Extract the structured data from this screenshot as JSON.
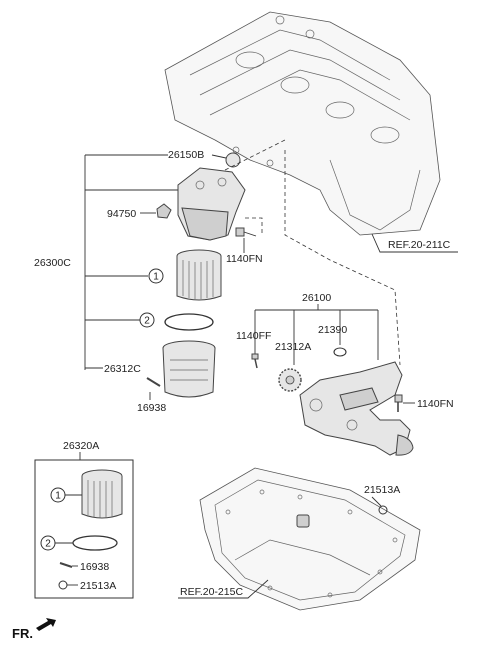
{
  "labels": {
    "p26150B": "26150B",
    "p94750": "94750",
    "p26300C": "26300C",
    "p1140FN_a": "1140FN",
    "p26100": "26100",
    "p1140FF": "1140FF",
    "p21390": "21390",
    "p21312A": "21312A",
    "p1140FN_b": "1140FN",
    "p26312C": "26312C",
    "p16938_a": "16938",
    "p26320A": "26320A",
    "p16938_b": "16938",
    "p21513A_a": "21513A",
    "p21513A_b": "21513A",
    "ref_block": "REF.20-211C",
    "ref_pan": "REF.20-215C",
    "fr": "FR."
  },
  "callouts": {
    "one": "1",
    "two": "2"
  }
}
